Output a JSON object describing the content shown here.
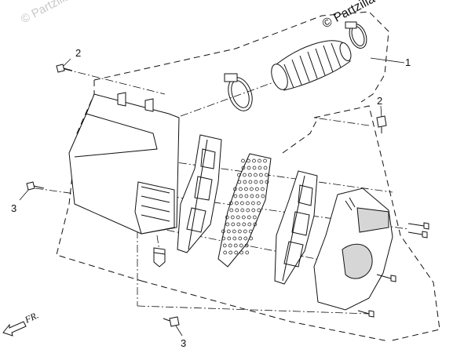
{
  "watermark": {
    "faint_text": "© Partzilla",
    "corner_text": "© Partzilla"
  },
  "callouts": {
    "c1": "1",
    "c2_top": "2",
    "c2_right": "2",
    "c3_left": "3",
    "c3_bottom": "3"
  },
  "direction_label": "FR.",
  "colors": {
    "line": "#111111",
    "gray": "#bdbdbd",
    "watermark": "#c8c8c8"
  }
}
